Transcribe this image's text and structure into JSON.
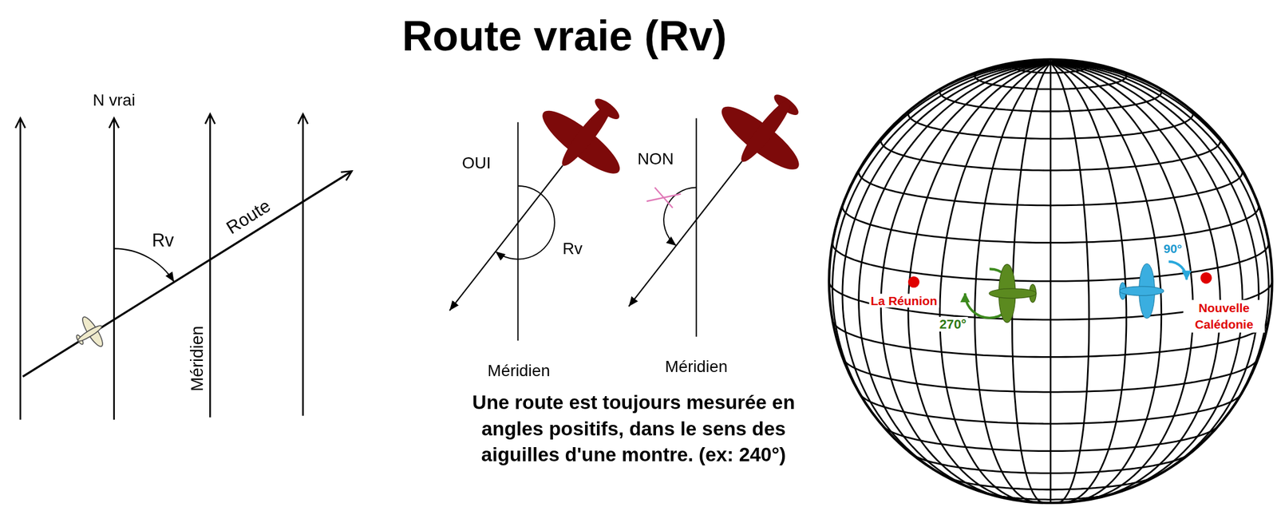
{
  "diagram": {
    "title": "Route vraie (Rv)",
    "labels": [
      "N vrai",
      "Rv",
      "Route",
      "Méridien",
      "OUI",
      "NON",
      "Rv",
      "Méridien",
      "Méridien",
      "Une route est toujours mesurée en angles positifs, dans le sens des aiguilles d'une montre. (ex: 240°)",
      "La Réunion",
      "270°",
      "90°",
      "Nouvelle Calédonie"
    ]
  }
}
